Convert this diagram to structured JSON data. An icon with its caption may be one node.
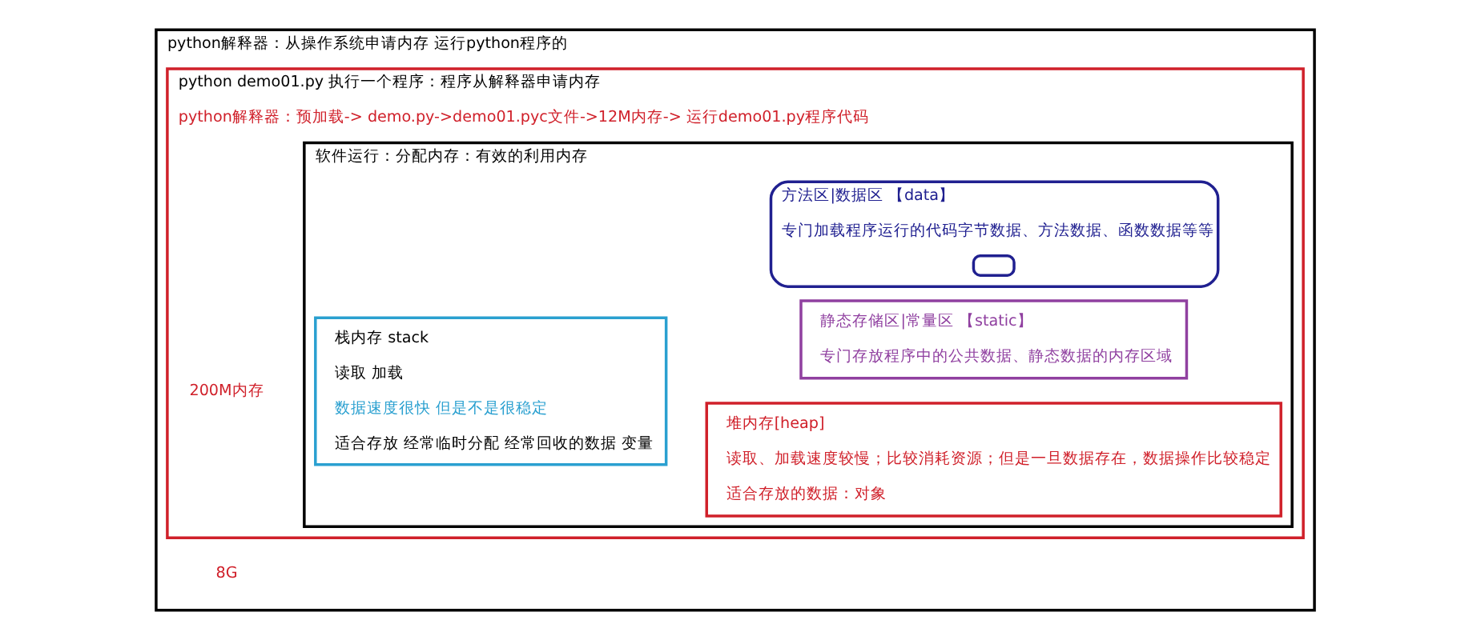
{
  "diagram": {
    "nodes": [
      {
        "text": [
          "python解释器：从操作系统申请内存 运行python程序的"
        ],
        "beside": [
          "8G"
        ]
      },
      {
        "text": [
          "python demo01.py 执行一个程序：程序从解释器申请内存",
          "python解释器：预加载-> demo.py->demo01.pyc文件->12M内存-> 运行demo01.py程序代码"
        ],
        "beside": [
          "200M内存"
        ],
        "in": 0
      },
      {
        "text": [
          "软件运行：分配内存：有效的利用内存"
        ],
        "in": 1
      },
      {
        "text": [
          "栈内存 stack",
          "读取 加载",
          "数据速度很快 但是不是很稳定",
          "适合存放 经常临时分配 经常回收的数据 变量"
        ],
        "in": 2
      },
      {
        "text": [
          "堆内存[heap]",
          "读取、加载速度较慢；比较消耗资源；但是一旦数据存在，数据操作比较稳定",
          "适合存放的数据：对象"
        ],
        "in": 2
      },
      {
        "text": [
          "静态存储区|常量区 【static】",
          "专门存放程序中的公共数据、静态数据的内存区域"
        ],
        "in": 2
      },
      {
        "text": [
          "方法区|数据区 【data】",
          "专门加载程序运行的代码字节数据、方法数据、函数数据等等"
        ],
        "in": 2
      },
      {
        "text": [],
        "shape": "box",
        "in": 6
      }
    ],
    "edges": []
  }
}
